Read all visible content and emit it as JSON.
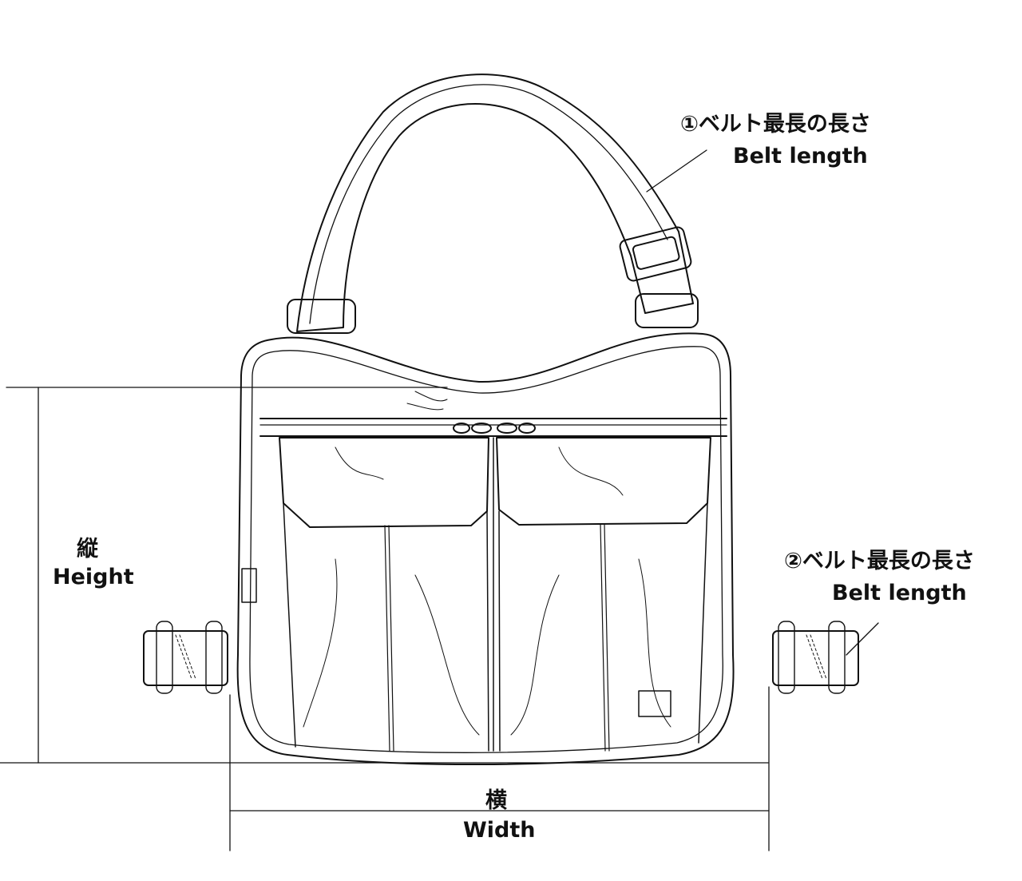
{
  "labels": {
    "belt1_jp": "①ベルト最長の長さ",
    "belt1_en": "Belt length",
    "height_jp": "縦",
    "height_en": "Height",
    "belt2_jp": "②ベルト最長の長さ",
    "belt2_en": "Belt length",
    "width_jp": "横",
    "width_en": "Width"
  },
  "colors": {
    "line": "#111111",
    "background": "#ffffff"
  }
}
